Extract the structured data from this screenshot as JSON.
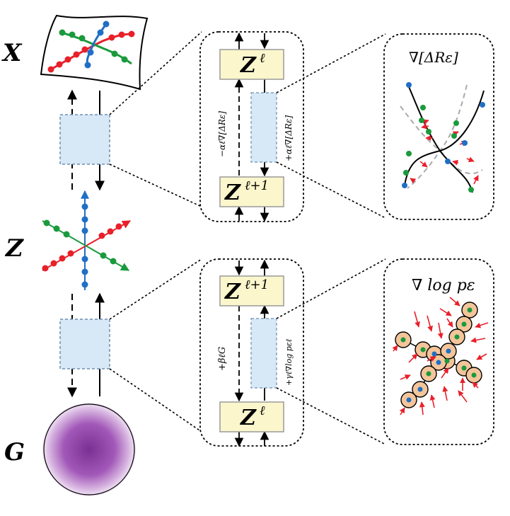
{
  "left_labels": {
    "x": "X",
    "z": "Z",
    "g": "G"
  },
  "top_block": {
    "upper": "Z",
    "upper_sup": "ℓ",
    "lower": "Z",
    "lower_sup": "ℓ+1",
    "left_side": "−αℓ∇[ΔRε]",
    "right_side": "+αℓ∇[ΔRε]"
  },
  "bottom_block": {
    "upper": "Z",
    "upper_sup": "ℓ+1",
    "lower": "Z",
    "lower_sup": "ℓ",
    "left_side": "+βℓG",
    "right_side": "+γℓ∇log pεℓ"
  },
  "top_panel_title": "∇[ΔRε]",
  "bottom_panel_title": "∇ log pε",
  "colors": {
    "red": "#e8202a",
    "green": "#1a9a3c",
    "blue": "#1f6fc5",
    "block_fill": "#fbf6cc",
    "block_stroke": "#9a9a9a",
    "pane_fill": "#d7e8f7",
    "sphere": "#8a3fa0"
  }
}
